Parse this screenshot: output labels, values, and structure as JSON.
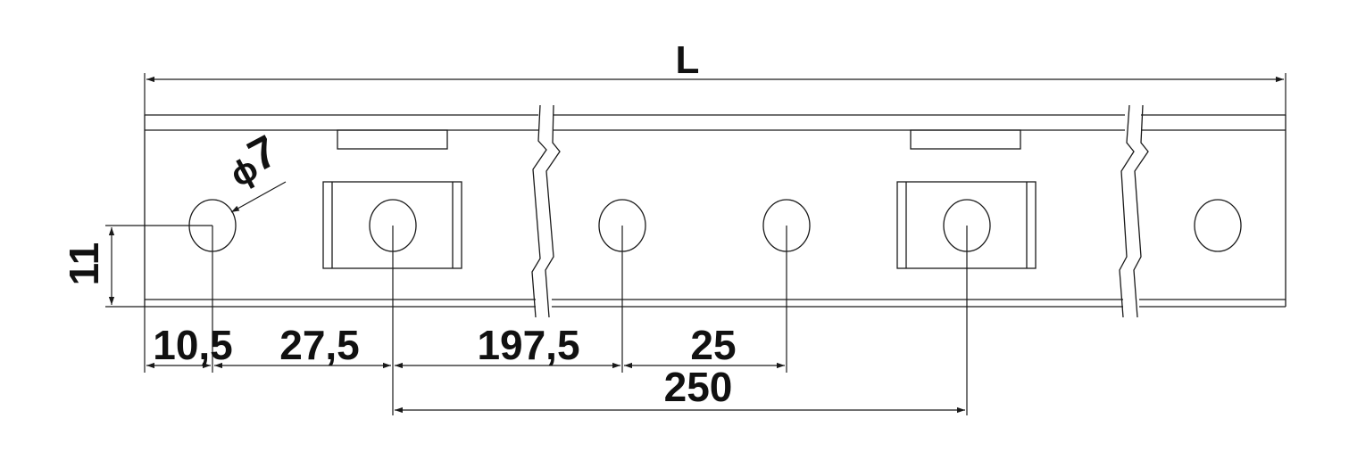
{
  "dimensions": {
    "overall_length": "L",
    "hole_diameter_symbol": "ϕ",
    "hole_diameter": "7",
    "hole_height": "11",
    "first_hole_offset": "10,5",
    "first_pitch": "27,5",
    "second_pitch": "197,5",
    "third_pitch": "25",
    "repeat_pitch": "250"
  },
  "colors": {
    "line": "#1a1a1a",
    "text": "#111111"
  }
}
